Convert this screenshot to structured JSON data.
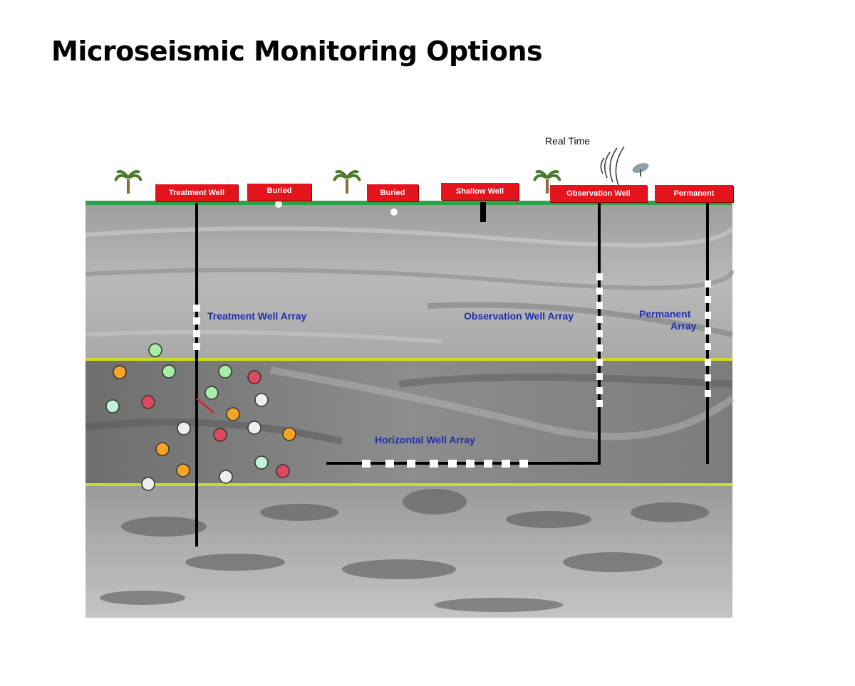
{
  "title": "Microseismic Monitoring Options",
  "real_time_label": "Real Time",
  "surface_signs": [
    {
      "id": "treatment-well",
      "label": "Treatment Well"
    },
    {
      "id": "buried-1",
      "label": "Buried"
    },
    {
      "id": "buried-2",
      "label": "Buried"
    },
    {
      "id": "shallow-well",
      "label": "Shallow Well"
    },
    {
      "id": "observation-well",
      "label": "Observation Well"
    },
    {
      "id": "permanent",
      "label": "Permanent"
    }
  ],
  "array_labels": {
    "treatment_well_array": "Treatment Well Array",
    "observation_well_array": "Observation Well Array",
    "permanent_array_line1": "Permanent",
    "permanent_array_line2": "Array",
    "horizontal_well_array": "Horizontal Well Array"
  },
  "colors": {
    "surface_green": "#2ca34a",
    "sign_red": "#e3141b",
    "horizon_yellow": "#c8dc28",
    "label_blue": "#1e2fa8",
    "event_green": "#a6eea6",
    "event_orange": "#f5a423",
    "event_red": "#dc4a5e",
    "event_mint": "#bff2d6",
    "event_white": "#eeeeee"
  },
  "icons": [
    "palm-tree-icon",
    "satellite-dish-icon",
    "radio-wave-icon"
  ]
}
